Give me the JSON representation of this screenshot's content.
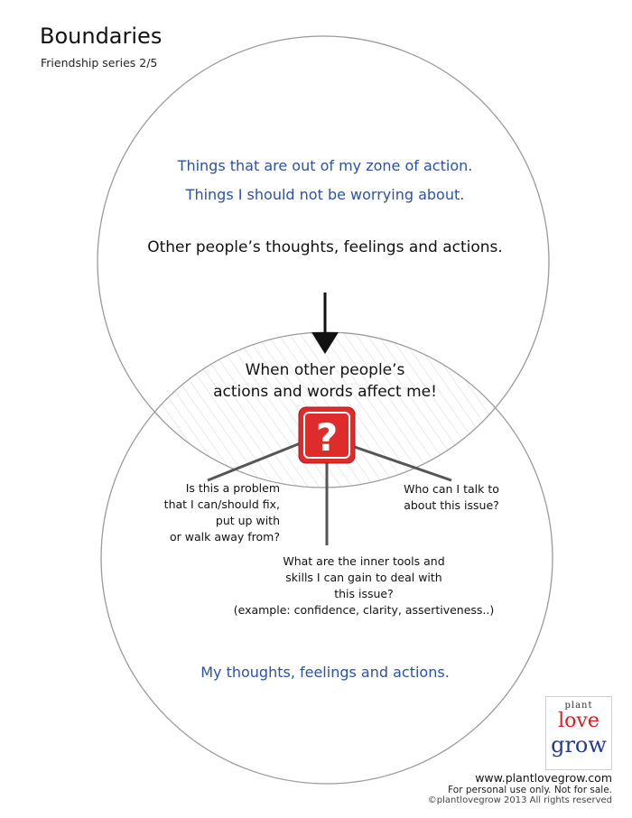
{
  "header": {
    "title": "Boundaries",
    "subtitle": "Friendship series 2/5"
  },
  "outer_circle": {
    "line1": "Things that are out of my zone of action.",
    "line2": "Things I should not be worrying about.",
    "line3": "Other people’s thoughts, feelings and actions."
  },
  "intersection": {
    "line1": "When other people’s",
    "line2": "actions and words affect me!",
    "badge_symbol": "?"
  },
  "questions": {
    "left": [
      "Is this a problem",
      "that I can/should fix,",
      "put up with",
      "or walk away from?"
    ],
    "right": [
      "Who can I talk to",
      "about this issue?"
    ],
    "center": [
      "What are the inner tools and",
      "skills I can gain to deal with",
      "this issue?",
      "(example: confidence, clarity, assertiveness..)"
    ]
  },
  "inner_circle": {
    "text": "My thoughts, feelings and actions."
  },
  "logo": {
    "line1": "plant",
    "line2": "love",
    "line3": "grow"
  },
  "footer": {
    "url": "www.plantlovegrow.com",
    "usage": "For personal use only. Not for sale.",
    "copyright": "©plantlovegrow 2013 All rights reserved"
  },
  "colors": {
    "accent_blue": "#2a52a8",
    "badge_red": "#e02b2b",
    "line_gray": "#555555"
  },
  "icons": {
    "badge": "question-mark-icon",
    "arrow": "down-arrow-icon"
  }
}
